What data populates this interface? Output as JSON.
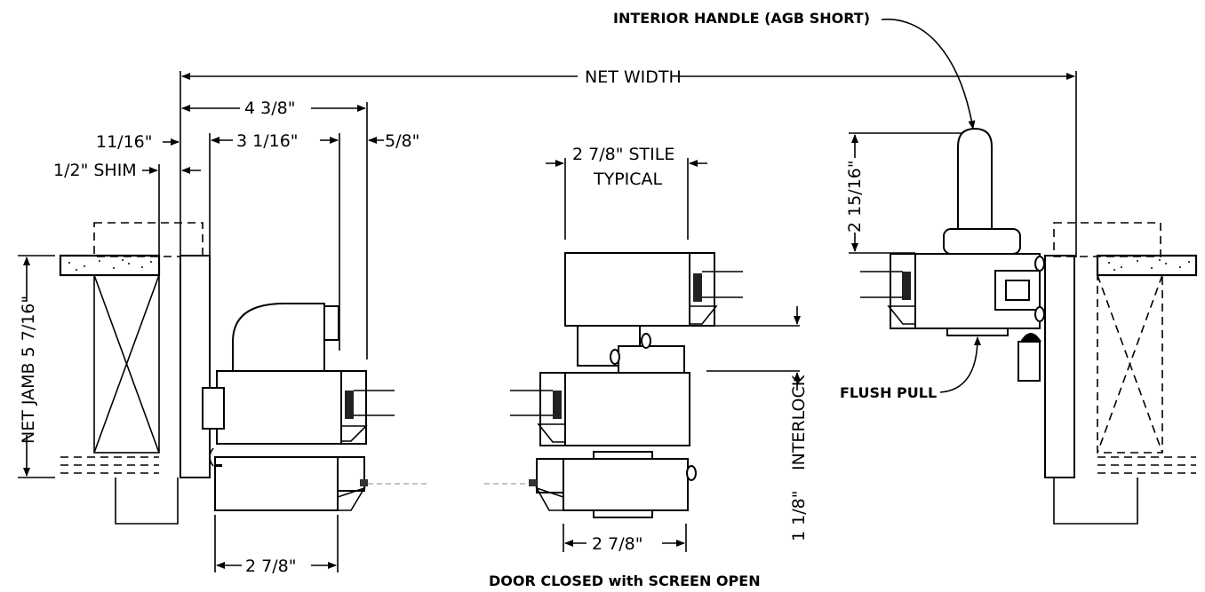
{
  "labels": {
    "interior_handle": "INTERIOR HANDLE (AGB SHORT)",
    "net_width": "NET WIDTH",
    "four_three_eighths": "4 3/8\"",
    "eleven_sixteenths": "11/16\"",
    "three_one_sixteenth": "3 1/16\"",
    "five_eighths": "5/8\"",
    "half_shim": "1/2\" SHIM",
    "stile_line1": "2 7/8\" STILE",
    "stile_line2": "TYPICAL",
    "two_fifteen_sixteenths": "2 15/16\"",
    "net_jamb": "NET JAMB 5 7/16\"",
    "interlock": "INTERLOCK",
    "one_one_eighth": "1 1/8\"",
    "flush_pull": "FLUSH PULL",
    "two_seven_eighths_left": "2 7/8\"",
    "two_seven_eighths_center": "2 7/8\"",
    "caption": "DOOR CLOSED with SCREEN OPEN"
  }
}
